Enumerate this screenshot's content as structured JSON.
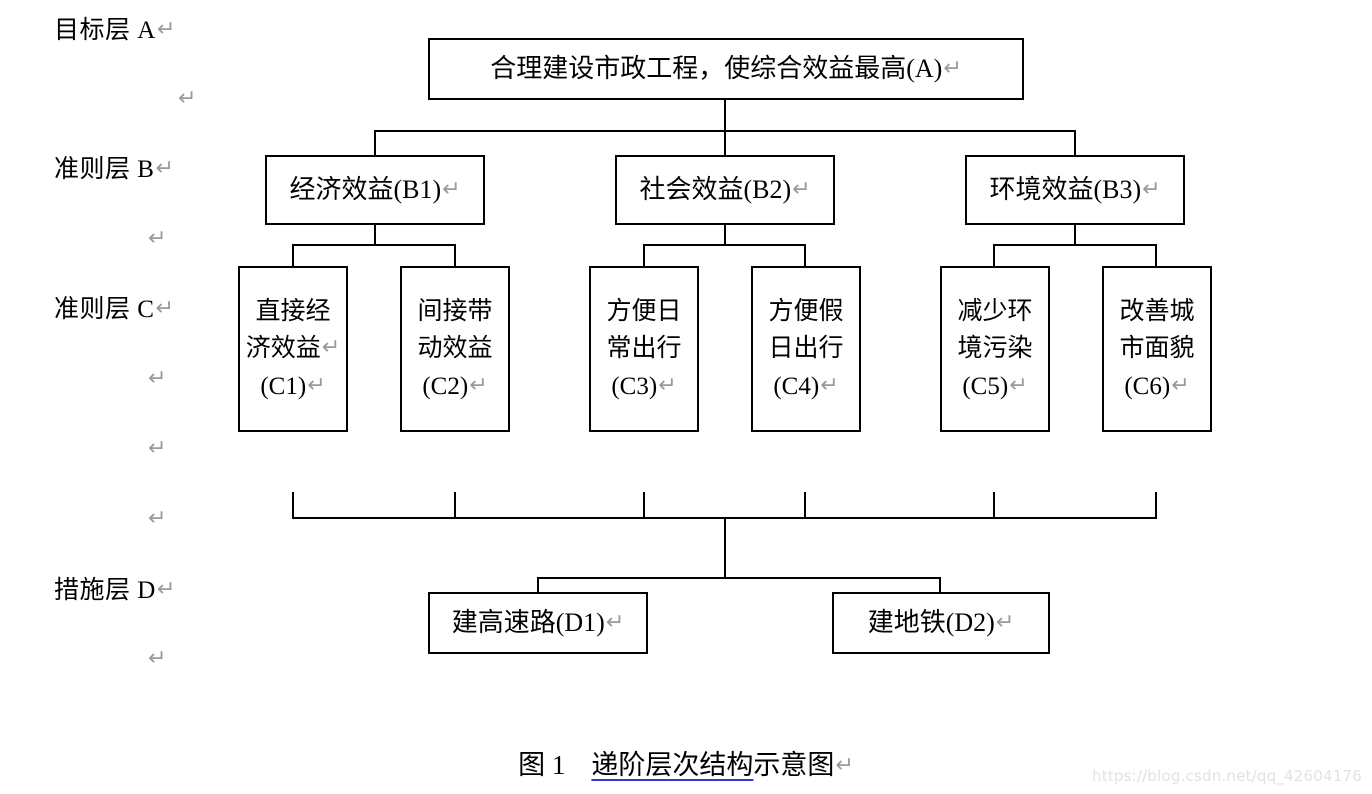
{
  "figure": {
    "caption_prefix": "图 1",
    "caption_linked": "递阶层次结构",
    "caption_tail": "示意图",
    "return_mark": "↵"
  },
  "watermark": {
    "text": "https://blog.csdn.net/qq_42604176"
  },
  "layer_labels": [
    {
      "text": "目标层 A",
      "mark": "↵"
    },
    {
      "text": "准则层 B",
      "mark": "↵"
    },
    {
      "text": "准则层 C",
      "mark": "↵"
    },
    {
      "text": "措施层 D",
      "mark": "↵"
    }
  ],
  "spacer_marks": [
    {
      "mark": "↵"
    },
    {
      "mark": "↵"
    },
    {
      "mark": "↵"
    },
    {
      "mark": "↵"
    },
    {
      "mark": "↵"
    }
  ],
  "nodes": {
    "goal": {
      "id": "A",
      "text": "合理建设市政工程，使综合效益最高(A)",
      "mark": "↵"
    },
    "criteria_b": [
      {
        "id": "B1",
        "text": "经济效益(B1)",
        "mark": "↵"
      },
      {
        "id": "B2",
        "text": "社会效益(B2)",
        "mark": "↵"
      },
      {
        "id": "B3",
        "text": "环境效益(B3)",
        "mark": "↵"
      }
    ],
    "criteria_c": [
      {
        "id": "C1",
        "line1": "直接经",
        "line2": "济效益",
        "line3": "(C1)",
        "mark2": "↵",
        "mark3": "↵"
      },
      {
        "id": "C2",
        "line1": "间接带",
        "line2": "动效益",
        "line3": "(C2)",
        "mark2": "",
        "mark3": "↵"
      },
      {
        "id": "C3",
        "line1": "方便日",
        "line2": "常出行",
        "line3": "(C3)",
        "mark2": "",
        "mark3": "↵"
      },
      {
        "id": "C4",
        "line1": "方便假",
        "line2": "日出行",
        "line3": "(C4)",
        "mark2": "",
        "mark3": "↵"
      },
      {
        "id": "C5",
        "line1": "减少环",
        "line2": "境污染",
        "line3": "(C5)",
        "mark2": "",
        "mark3": "↵"
      },
      {
        "id": "C6",
        "line1": "改善城",
        "line2": "市面貌",
        "line3": "(C6)",
        "mark2": "",
        "mark3": "↵"
      }
    ],
    "measures_d": [
      {
        "id": "D1",
        "text": "建高速路(D1)",
        "mark": "↵"
      },
      {
        "id": "D2",
        "text": "建地铁(D2)",
        "mark": "↵"
      }
    ]
  },
  "colors": {
    "stroke": "#000000",
    "background": "#ffffff",
    "return_mark": "#9a9a9a",
    "link_underline": "#2a3ecb",
    "watermark": "#e2e2e2"
  },
  "diagram_type": "hierarchical-tree"
}
